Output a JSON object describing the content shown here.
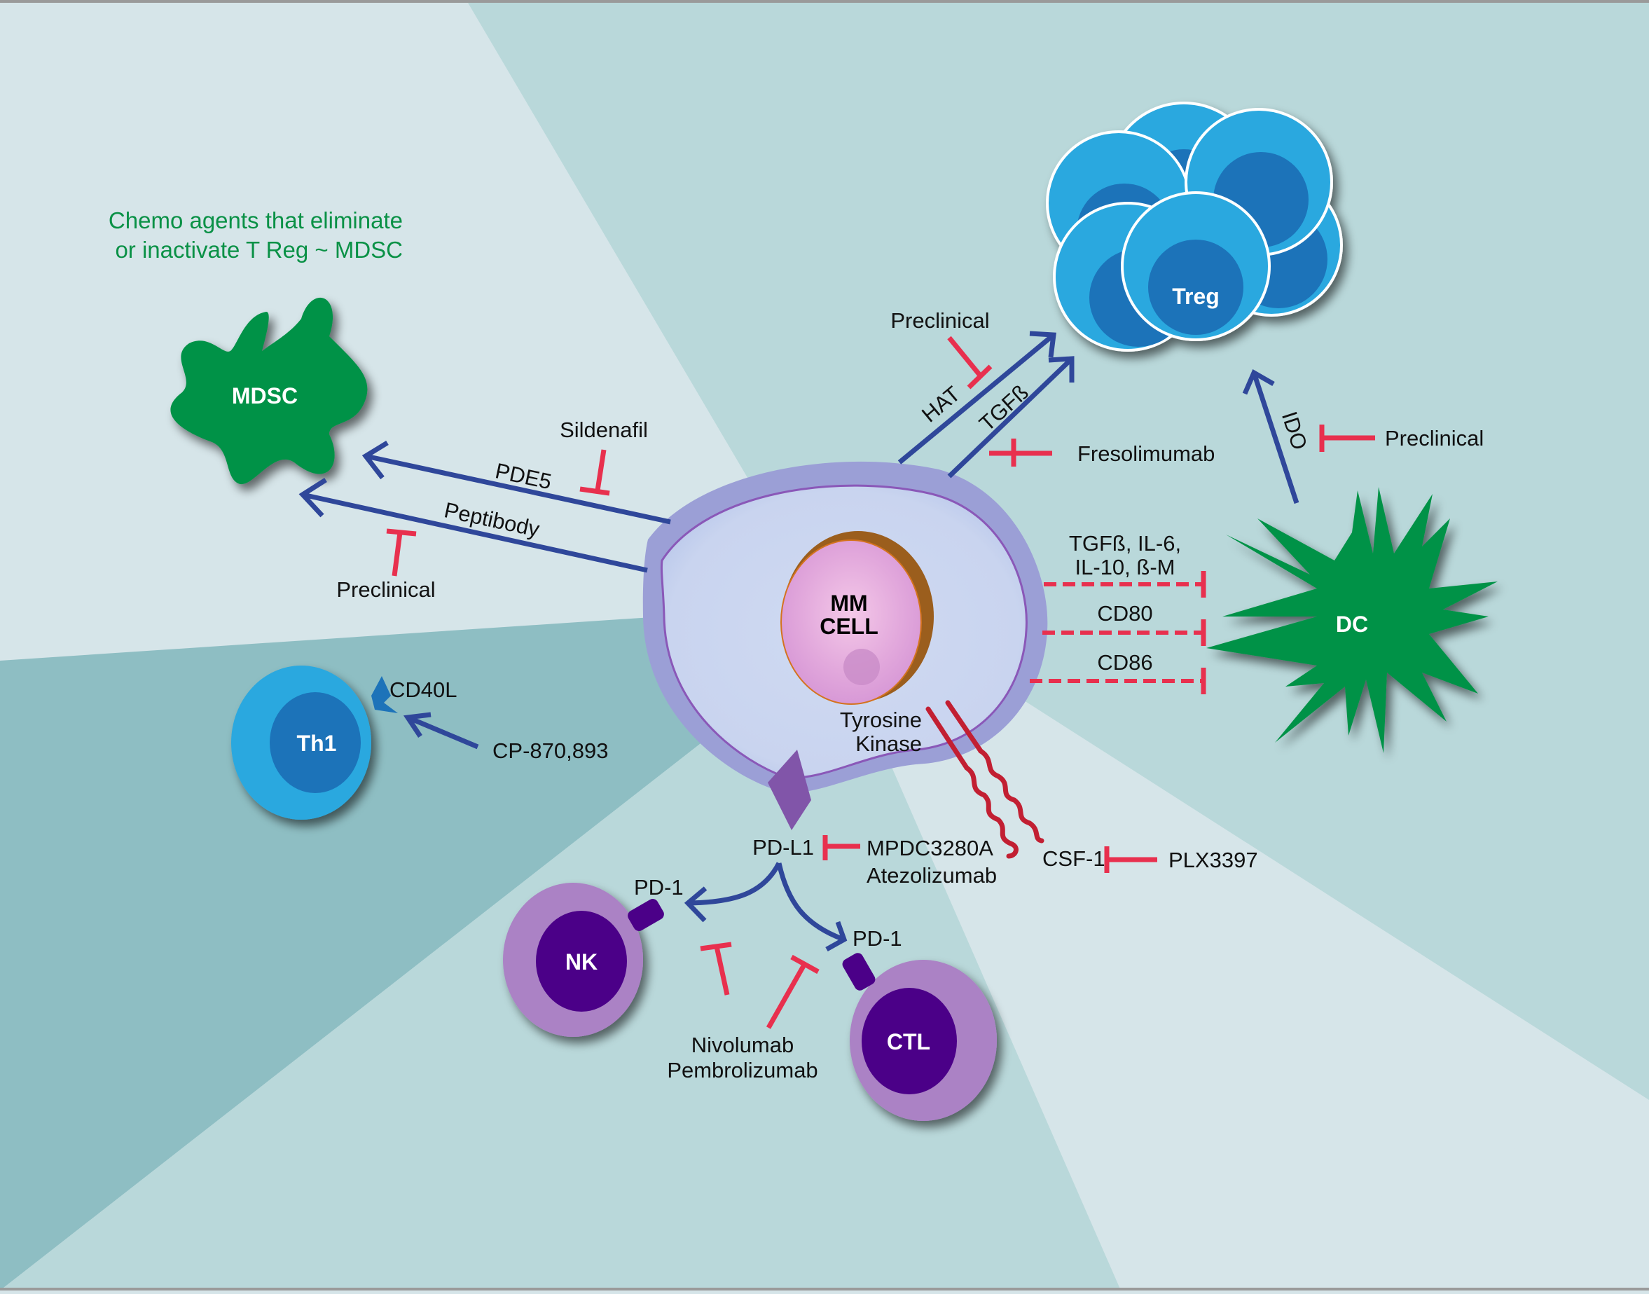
{
  "title_note": {
    "line1": "Chemo agents that eliminate",
    "line2": "or inactivate T Reg ~ MDSC"
  },
  "cells": {
    "mm": {
      "line1": "MM",
      "line2": "CELL"
    },
    "mdsc": "MDSC",
    "treg": "Treg",
    "dc": "DC",
    "th1": "Th1",
    "nk": "NK",
    "ctl": "CTL"
  },
  "pathways": {
    "pde5": "PDE5",
    "peptibody": "Peptibody",
    "hat": "HAT",
    "tgfb": "TGFß",
    "ido": "IDO",
    "dc_factors_line1": "TGFß, IL-6,",
    "dc_factors_line2": "IL-10, ß-M",
    "cd80": "CD80",
    "cd86": "CD86",
    "tyrosine_kinase_line1": "Tyrosine",
    "tyrosine_kinase_line2": "Kinase",
    "csf1": "CSF-1",
    "pdl1": "PD-L1",
    "pd1_nk": "PD-1",
    "pd1_ctl": "PD-1",
    "cd40l": "CD40L"
  },
  "agents": {
    "sildenafil": "Sildenafil",
    "preclinical_peptibody": "Preclinical",
    "preclinical_hat": "Preclinical",
    "fresolimumab": "Fresolimumab",
    "preclinical_ido": "Preclinical",
    "cp870893": "CP-870,893",
    "mpdc3280a": "MPDC3280A",
    "atezolizumab": "Atezolizumab",
    "plx3397": "PLX3397",
    "nivolumab": "Nivolumab",
    "pembrolizumab": "Pembrolizumab"
  },
  "colors": {
    "activation_arrow": "#2f479a",
    "inhibition": "#e8304e",
    "green_cells": "#029247",
    "treg_outer": "#29a8df",
    "treg_inner": "#1d73b9",
    "nk_ctl_outer": "#ab82c5",
    "nk_ctl_inner": "#4b0088",
    "mm_membrane": "#9b9fd6",
    "mm_nucleus": "#e2a8dc",
    "receptor": "#c21f32"
  }
}
